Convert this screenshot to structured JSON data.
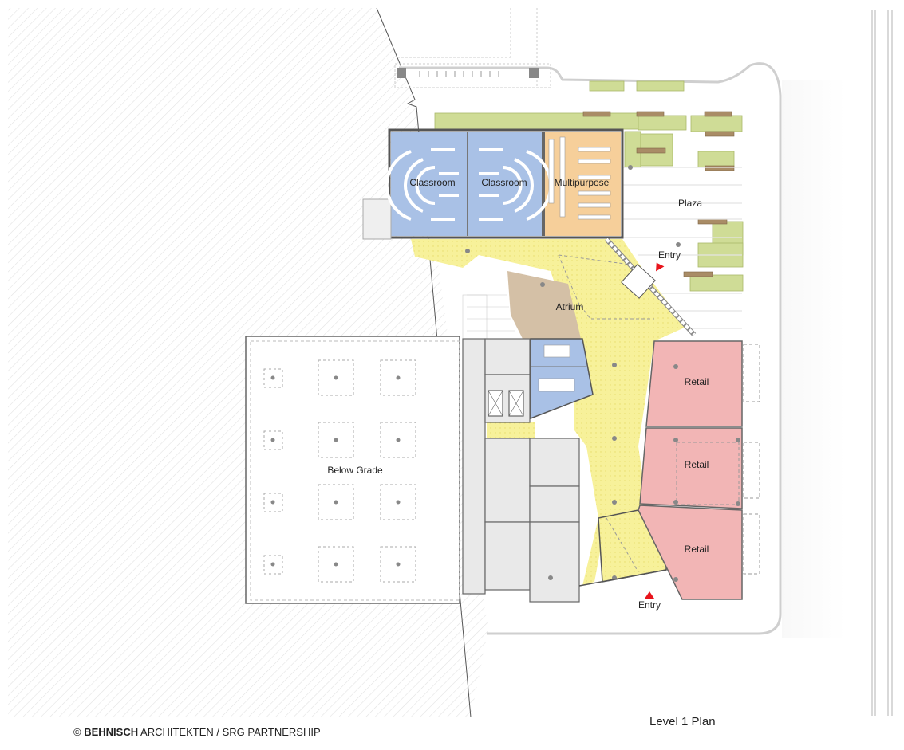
{
  "plan": {
    "title": "Level 1 Plan",
    "credit_bold": "BEHNISCH",
    "credit_prefix": "©",
    "credit_rest": "ARCHITEKTEN / SRG PARTNERSHIP"
  },
  "rooms": {
    "classroom_1": "Classroom",
    "classroom_2": "Classroom",
    "multipurpose": "Multipurpose",
    "plaza": "Plaza",
    "atrium": "Atrium",
    "retail_1": "Retail",
    "retail_2": "Retail",
    "retail_3": "Retail",
    "below_grade": "Below Grade"
  },
  "entries": {
    "north": "Entry",
    "south": "Entry"
  },
  "colors": {
    "classroom": "#a9c1e6",
    "multipurpose": "#f6cf9a",
    "circulation": "#f7f19a",
    "atrium": "#d4c0a6",
    "retail": "#f2b5b5",
    "landscape": "#cfdc96",
    "bench": "#a98c66",
    "service": "#e9e9e9",
    "entry_marker": "#e8141c"
  }
}
